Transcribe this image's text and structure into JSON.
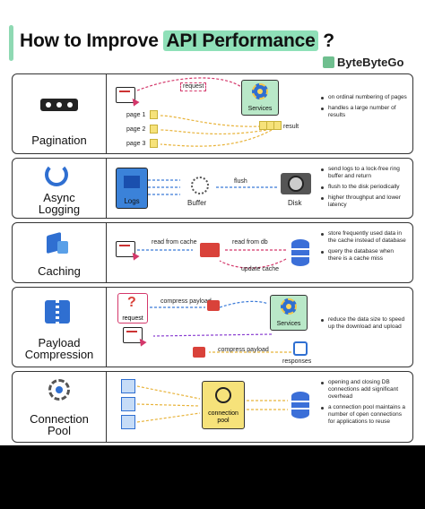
{
  "title": {
    "prefix": "How to Improve ",
    "highlight": "API Performance",
    "suffix": " ?"
  },
  "brand": "ByteByteGo",
  "rows": {
    "pagination": {
      "label": "Pagination",
      "diagram": {
        "request": "request",
        "services": "Services",
        "result": "result",
        "page1": "page 1",
        "page2": "page 2",
        "page3": "page 3"
      },
      "notes": [
        "on ordinal numbering of pages",
        "handles a large number of results"
      ]
    },
    "async_logging": {
      "label_line1": "Async",
      "label_line2": "Logging",
      "diagram": {
        "logs": "Logs",
        "buffer": "Buffer",
        "flush": "flush",
        "disk": "Disk"
      },
      "notes": [
        "send logs to a lock-free ring buffer and return",
        "flush to the disk periodically",
        "higher throughput and lower latency"
      ]
    },
    "caching": {
      "label": "Caching",
      "diagram": {
        "read_cache": "read from cache",
        "read_db": "read from db",
        "update_cache": "update cache"
      },
      "notes": [
        "store frequently used data in the cache instead of database",
        "query the database when there is a cache miss"
      ]
    },
    "payload_compression": {
      "label_line1": "Payload",
      "label_line2": "Compression",
      "diagram": {
        "request": "request",
        "compress1": "compress payload",
        "services": "Services",
        "compress2": "compress payload",
        "responses": "responses"
      },
      "notes": [
        "reduce the data size to speed up the download and upload"
      ]
    },
    "connection_pool": {
      "label_line1": "Connection",
      "label_line2": "Pool",
      "diagram": {
        "pool": "connection pool"
      },
      "notes": [
        "opening and closing DB connections add significant overhead",
        "a connection pool maintains a number of open connections for applications to reuse"
      ]
    }
  },
  "colors": {
    "accent": "#8fe0b8",
    "services": "#b9e8c8",
    "db": "#3b6fd8",
    "cache": "#d9423a",
    "arrow_pink": "#d4386b",
    "arrow_yellow": "#e8b33a",
    "arrow_blue": "#3a7ad8",
    "arrow_purple": "#8a3fd1"
  }
}
